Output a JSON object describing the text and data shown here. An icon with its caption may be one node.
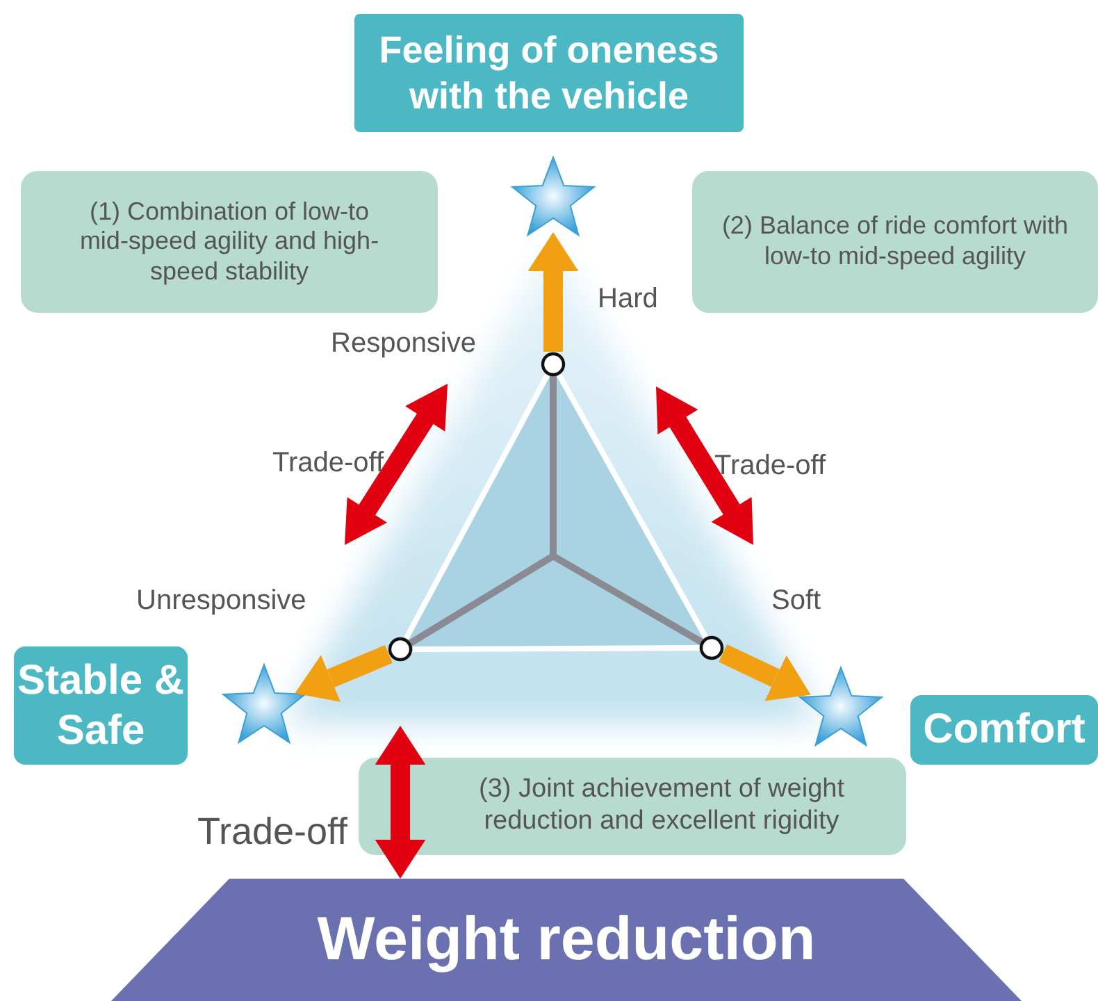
{
  "diagram": {
    "nodes": [
      {
        "text": [
          "Feeling of oneness with the vehicle"
        ]
      },
      {
        "text": [
          "(1) Combination of low-to mid-speed agility and high-speed stability"
        ]
      },
      {
        "text": [
          "(2) Balance of ride comfort with low-to mid-speed agility"
        ]
      },
      {
        "text": [
          "Stable & Safe"
        ]
      },
      {
        "text": [
          "Comfort"
        ]
      },
      {
        "text": [
          "(3) Joint achievement of weight reduction and excellent rigidity"
        ]
      },
      {
        "text": [
          "Weight reduction"
        ]
      },
      {
        "text": [],
        "shape": "circle",
        "beside": [
          "Hard"
        ]
      },
      {
        "text": [],
        "shape": "circle"
      },
      {
        "text": [],
        "shape": "circle",
        "beside": [
          "Soft"
        ]
      },
      {
        "text": [],
        "shape": "star"
      },
      {
        "text": [],
        "shape": "star"
      },
      {
        "text": [],
        "shape": "star"
      }
    ],
    "edges": [
      {
        "from": 7,
        "to": 10,
        "arrow": "to",
        "color": "#f0a010"
      },
      {
        "from": 8,
        "to": 11,
        "arrow": "to",
        "color": "#f0a010"
      },
      {
        "from": 9,
        "to": 12,
        "arrow": "to",
        "color": "#f0a010"
      },
      {
        "from": 5,
        "to": 6,
        "arrow": "both",
        "color": "#e00010",
        "label": "Trade-off"
      },
      {
        "from": 7,
        "to": 8,
        "arrow": "none",
        "color": "#ffffff"
      },
      {
        "from": 8,
        "to": 9,
        "arrow": "none",
        "color": "#ffffff"
      },
      {
        "from": 9,
        "to": 7,
        "arrow": "none",
        "color": "#ffffff"
      }
    ],
    "labels": [
      "Responsive",
      "Trade-off",
      "Trade-off",
      "Unresponsive"
    ]
  }
}
